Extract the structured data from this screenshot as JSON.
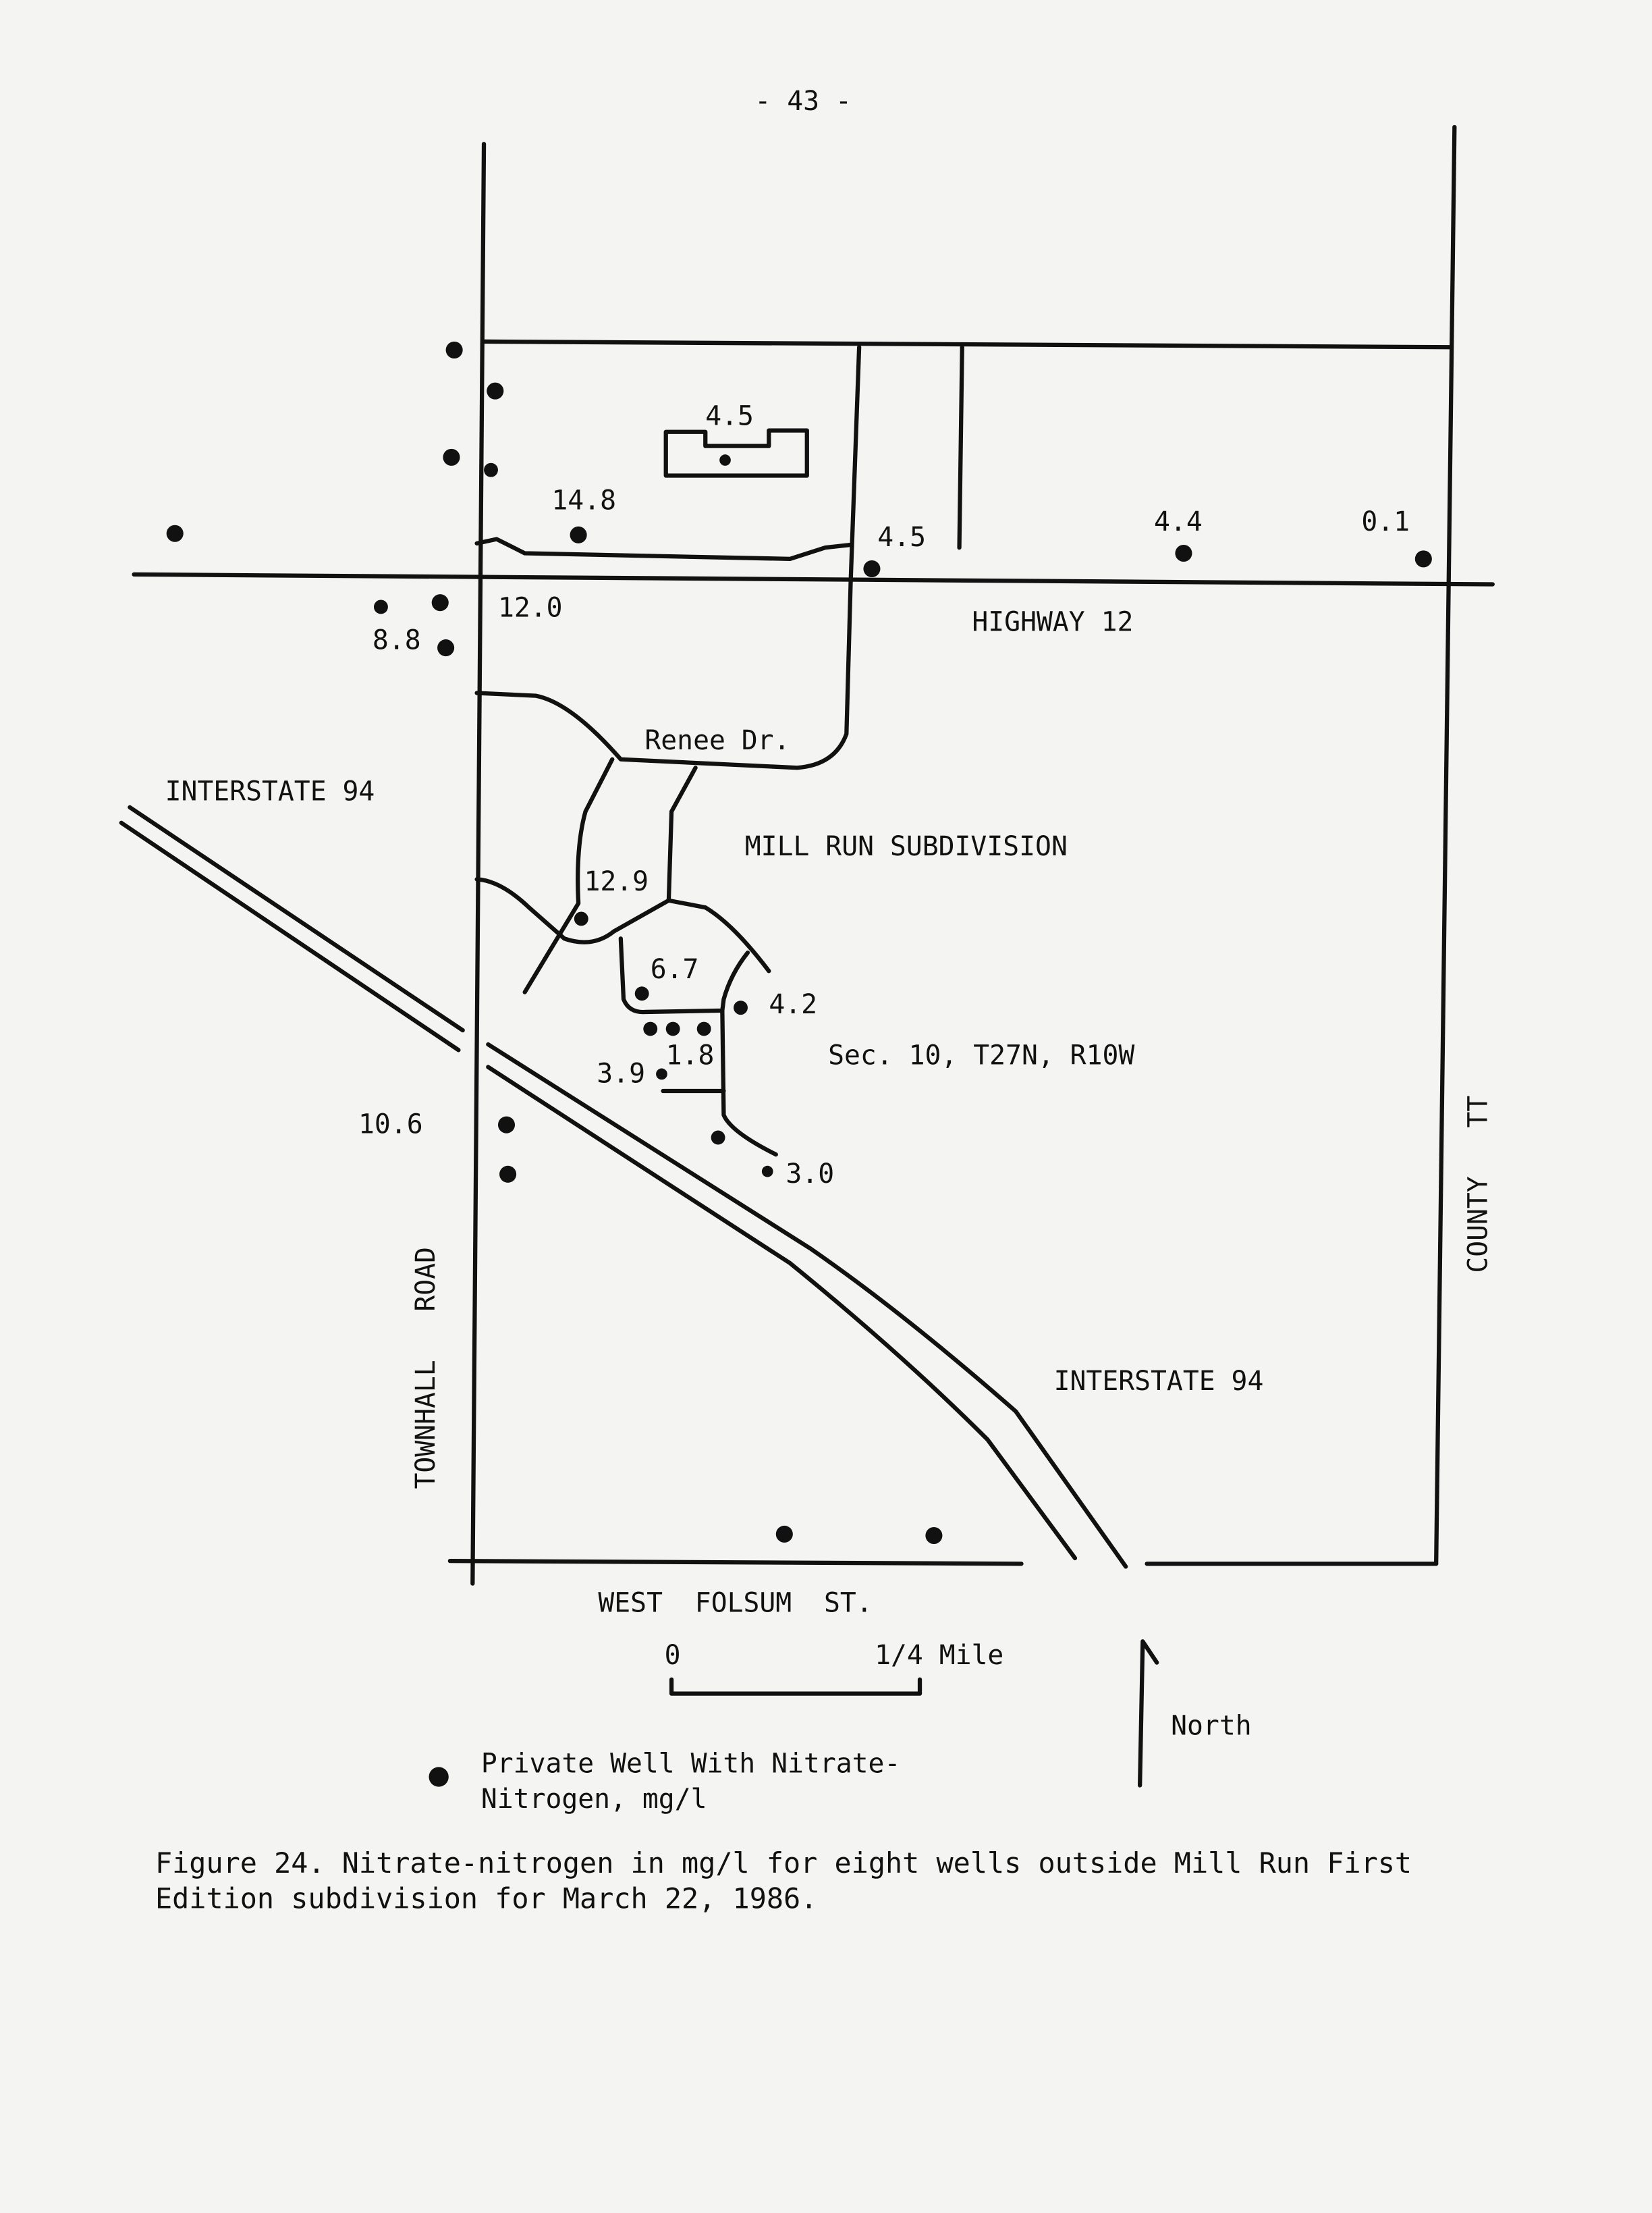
{
  "page_number": "- 43 -",
  "roads": {
    "highway12": "HIGHWAY 12",
    "renee": "Renee Dr.",
    "interstate_nw": "INTERSTATE 94",
    "interstate_se": "INTERSTATE 94",
    "townhall": "TOWNHALL   ROAD",
    "county": "COUNTY   TT",
    "folsum": "WEST  FOLSUM  ST."
  },
  "areas": {
    "subdivision": "MILL RUN SUBDIVISION",
    "section": "Sec. 10, T27N, R10W"
  },
  "well_values": [
    "4.5",
    "14.8",
    "4.5",
    "4.4",
    "0.1",
    "12.0",
    "8.8",
    "12.9",
    "6.7",
    "4.2",
    "1.8",
    "3.9",
    "10.6",
    "3.0"
  ],
  "scale": {
    "zero": "0",
    "quarter": "1/4 Mile"
  },
  "north": "North",
  "legend": {
    "line1": "Private Well With Nitrate-",
    "line2": "Nitrogen, mg/l"
  },
  "caption": {
    "line1": "Figure 24. Nitrate-nitrogen in mg/l for eight wells outside Mill Run First",
    "line2": "Edition subdivision for March 22, 1986."
  }
}
